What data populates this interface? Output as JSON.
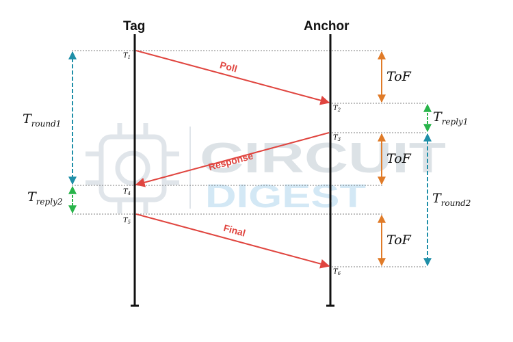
{
  "watermark": {
    "line1": "CIRCUIT",
    "line2": "DIGEST"
  },
  "headers": {
    "left": "Tag",
    "right": "Anchor"
  },
  "timestamps": {
    "t1": {
      "base": "T",
      "sub": "1"
    },
    "t2": {
      "base": "T",
      "sub": "2"
    },
    "t3": {
      "base": "T",
      "sub": "3"
    },
    "t4": {
      "base": "T",
      "sub": "4"
    },
    "t5": {
      "base": "T",
      "sub": "5"
    },
    "t6": {
      "base": "T",
      "sub": "6"
    }
  },
  "messages": {
    "poll": "Poll",
    "response": "Response",
    "final": "Final"
  },
  "intervals": {
    "tof": "ToF",
    "t_round1": {
      "base": "T",
      "sub": "round1"
    },
    "t_reply2": {
      "base": "T",
      "sub": "reply2"
    },
    "t_reply1": {
      "base": "T",
      "sub": "reply1"
    },
    "t_round2": {
      "base": "T",
      "sub": "round2"
    }
  },
  "colors": {
    "message_arrow": "#e0453f",
    "tof_arrow": "#e07b28",
    "round_arrow": "#1f8fa8",
    "reply_arrow": "#28b44a",
    "timeline": "#111111",
    "guide_line": "#555555"
  }
}
